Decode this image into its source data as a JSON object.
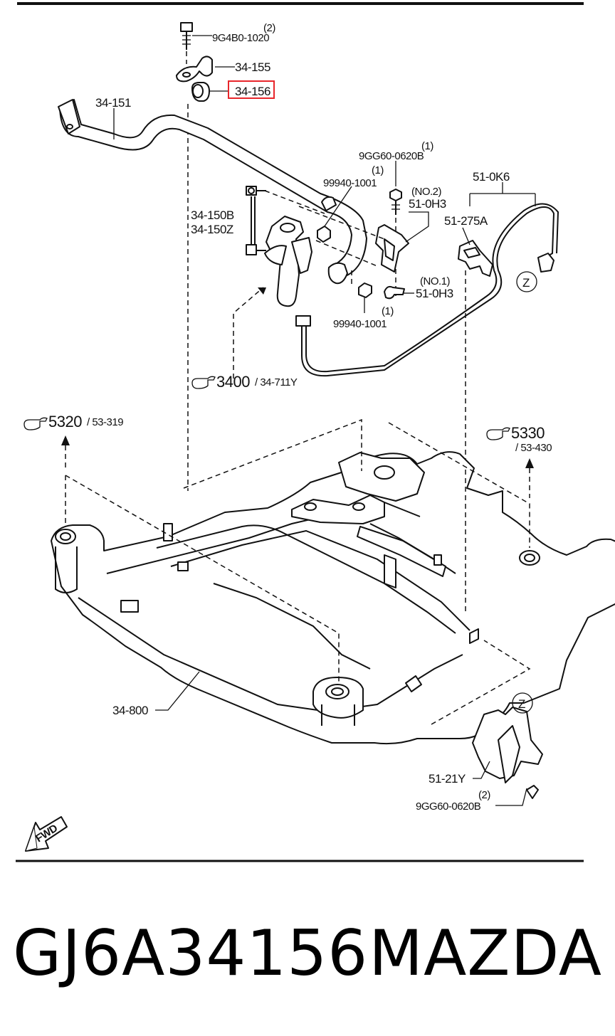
{
  "labels": {
    "bolt_qty": "(2)",
    "bolt_top": "9G4B0-1020",
    "bracket_top": "34-155",
    "bushing": "34-156",
    "stab_bar": "34-151",
    "bolt2_qty": "(1)",
    "bolt2": "9GG60-0620B",
    "nut1_qty": "(1)",
    "nut1": "99940-1001",
    "sensor_no2": "(NO.2)",
    "sensor_bracket2": "51-0H3",
    "harness": "51-0K6",
    "link_b": "34-150B",
    "link_z": "34-150Z",
    "sensor_arm": "51-275A",
    "sensor_no1": "(NO.1)",
    "sensor_bracket1": "51-0H3",
    "nut2_qty": "(1)",
    "nut2": "99940-1001",
    "zone_z": "Z",
    "ref_3400_main": "3400",
    "ref_3400_sub": "/ 34-711Y",
    "ref_5320_main": "5320",
    "ref_5320_sub": "/ 53-319",
    "ref_5330_main": "5330",
    "ref_5330_sub": "/ 53-430",
    "crossmember": "34-800",
    "sensor_bottom": "51-21Y",
    "bolt3_qty": "(2)",
    "bolt3": "9GG60-0620B",
    "fwd": "FWD"
  },
  "highlight_color": "#e8262b",
  "caption": {
    "part_number": "GJ6A34156",
    "brand": "MAZDA"
  }
}
